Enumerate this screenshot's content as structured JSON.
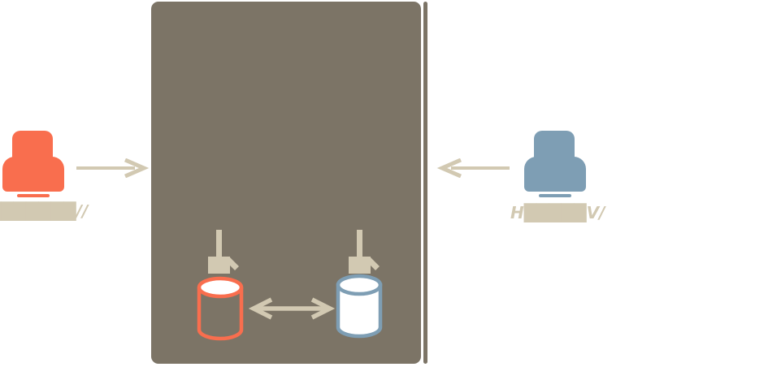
{
  "colors": {
    "box": "#7c7466",
    "box_back_edge": "#7c7466",
    "arrow": "#d2c9b2",
    "label": "#d2c9b2",
    "orange": "#f96e4e",
    "blue": "#7e9eb4",
    "cylinder_fill": "#ffffff",
    "background": "#ffffff"
  },
  "actors": {
    "left": {
      "label": "███████//",
      "icon": "person-icon",
      "color": "#f96e4e"
    },
    "right": {
      "label": "H█████V/",
      "icon": "person-icon",
      "color": "#7e9eb4"
    }
  },
  "box": {
    "icon": "server-box",
    "back_edge_icon": "stacked-box-edge"
  },
  "databases": {
    "left": {
      "icon": "database-cylinder-icon",
      "outline": "#f96e4e",
      "fill": "transparent",
      "top_fill": "#ffffff"
    },
    "right": {
      "icon": "database-cylinder-icon",
      "outline": "#7e9eb4",
      "fill": "#ffffff",
      "top_fill": "#ffffff"
    }
  },
  "connections": [
    {
      "from": "left-user",
      "to": "server-box",
      "style": "open-arrow",
      "direction": "right"
    },
    {
      "from": "right-user",
      "to": "server-box",
      "style": "open-arrow",
      "direction": "left"
    },
    {
      "from": "server-box",
      "to": "left-database",
      "style": "block-arrow",
      "direction": "down"
    },
    {
      "from": "server-box",
      "to": "right-database",
      "style": "block-arrow",
      "direction": "down"
    },
    {
      "from": "left-database",
      "to": "right-database",
      "style": "open-arrow",
      "direction": "both"
    }
  ]
}
